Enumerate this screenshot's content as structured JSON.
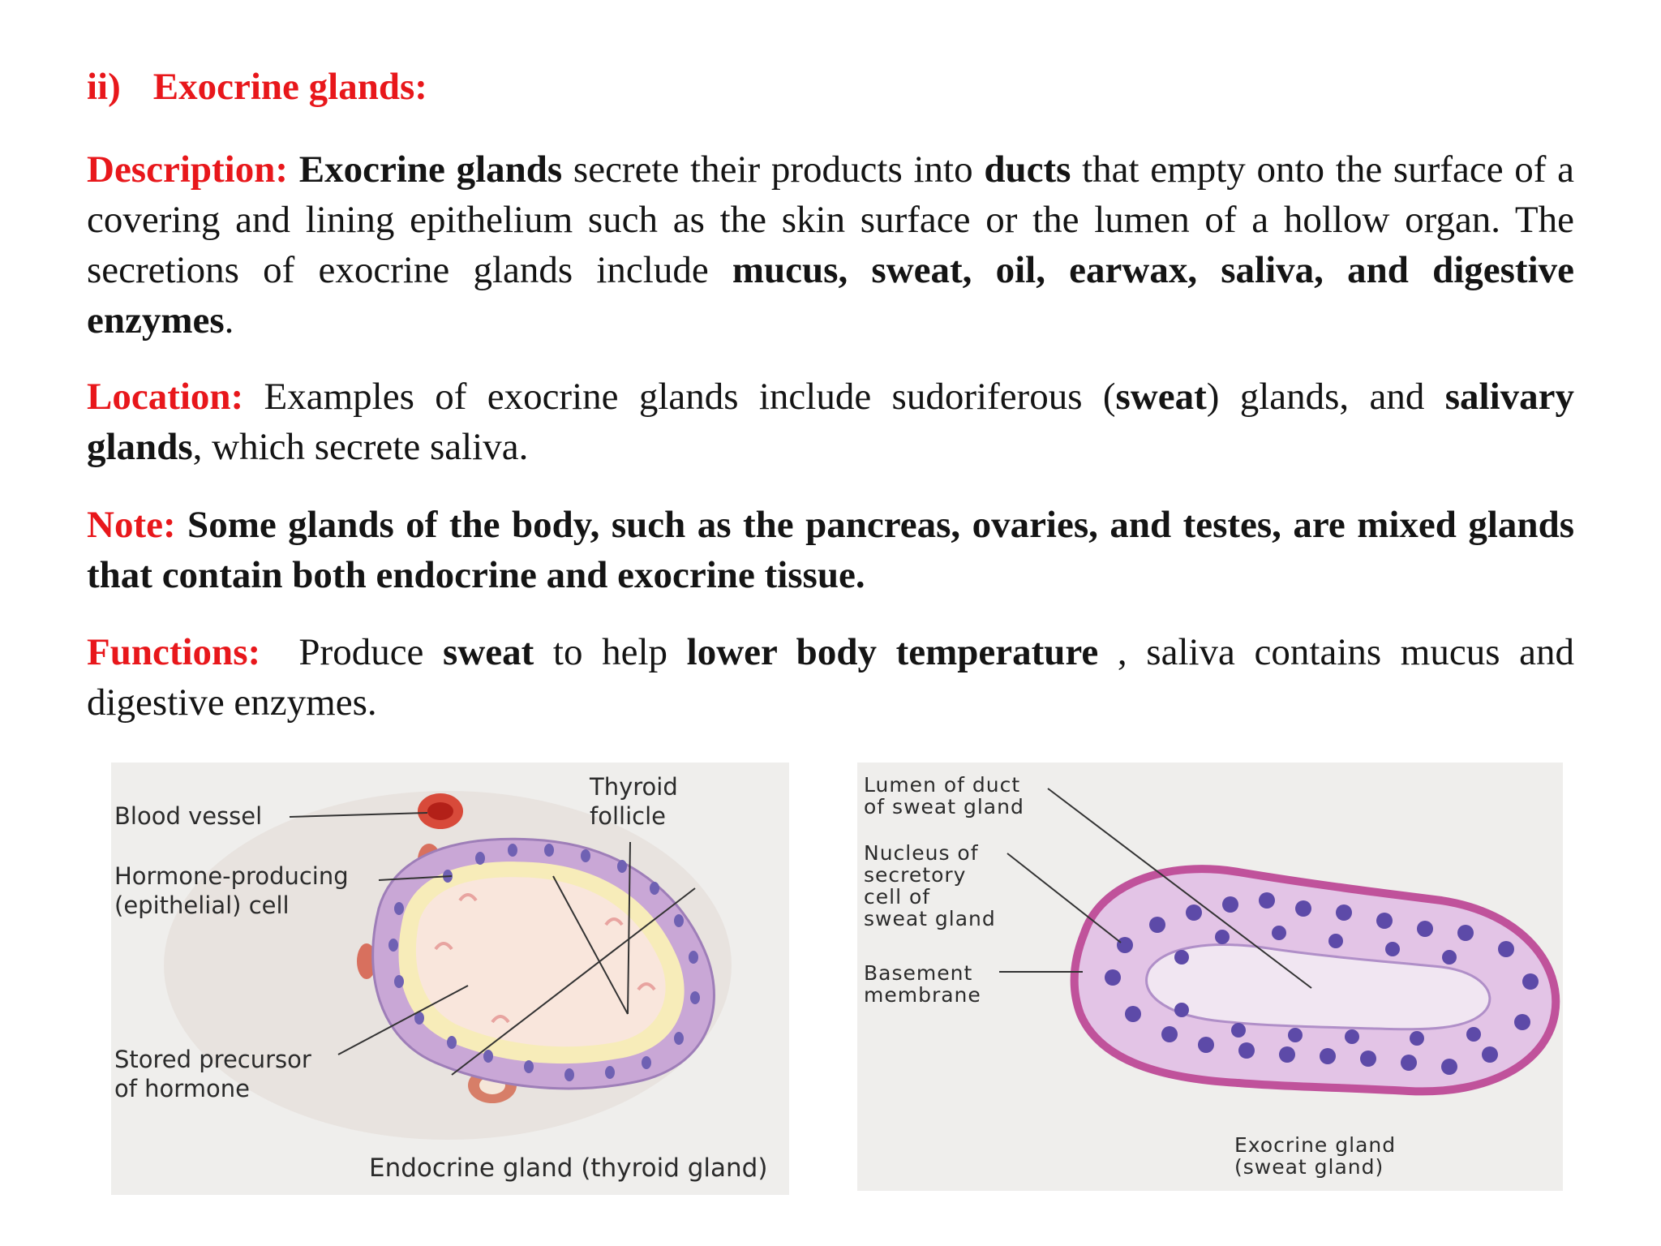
{
  "heading": {
    "number": "ii)",
    "title": "Exocrine glands:"
  },
  "description": {
    "label": "Description:",
    "t1": "Exocrine glands",
    "t2": " secrete their products into ",
    "t3": "ducts",
    "t4": " that empty onto the surface of a covering and lining epithelium such as the skin surface or the lumen of a hollow organ. The secretions of exocrine glands include ",
    "t5": "mucus, sweat, oil, earwax, saliva, and digestive enzymes",
    "t6": "."
  },
  "location": {
    "label": "Location:",
    "t1": " Examples of exocrine glands include sudoriferous (",
    "t2": "sweat",
    "t3": ") glands, and ",
    "t4": "salivary glands",
    "t5": ", which secrete saliva."
  },
  "note": {
    "label": "Note:",
    "text": " Some glands of the body, such as the pancreas, ovaries, and testes, are mixed glands that contain both endocrine and exocrine tissue."
  },
  "functions": {
    "label": "Functions:",
    "t1": "  Produce ",
    "t2": "sweat",
    "t3": " to help ",
    "t4": "lower body temperature",
    "t5": " , saliva contains mucus and digestive enzymes."
  },
  "figure_left": {
    "blood_vessel": "Blood vessel",
    "thyroid_follicle": "Thyroid\nfollicle",
    "hormone_cell": "Hormone-producing\n(epithelial) cell",
    "stored_precursor": "Stored precursor\nof hormone",
    "caption": "Endocrine gland (thyroid gland)"
  },
  "figure_right": {
    "lumen": "Lumen of duct\nof sweat gland",
    "nucleus": "Nucleus of\nsecretory\ncell of\nsweat gland",
    "basement": "Basement\nmembrane",
    "caption": "Exocrine gland\n(sweat gland)"
  },
  "colors": {
    "accent_red": "#e8171b",
    "cell_fill": "#e3c4e6",
    "nucleus": "#5d4aa8",
    "membrane": "#c0529b",
    "colloid": "#f8ecd2"
  }
}
